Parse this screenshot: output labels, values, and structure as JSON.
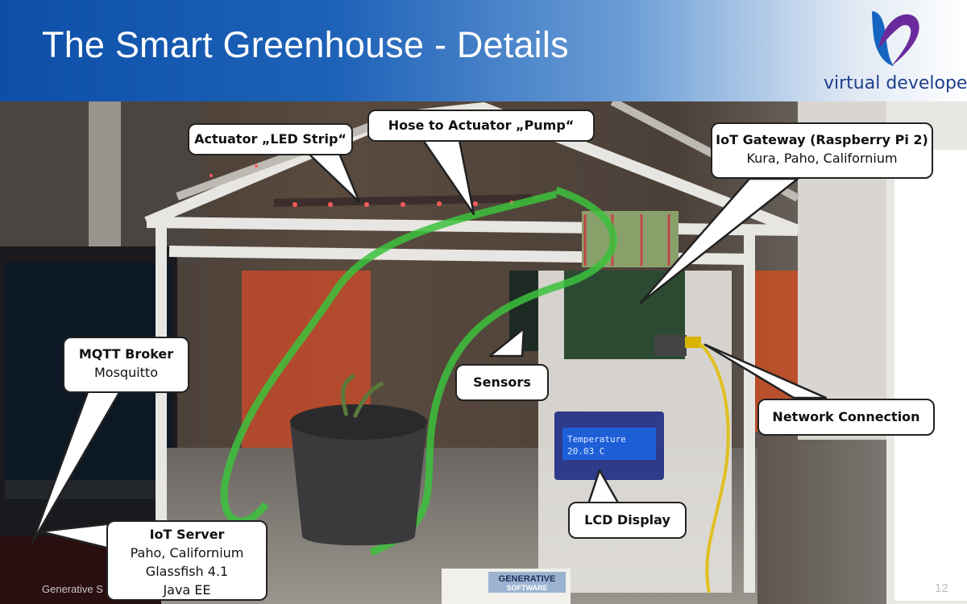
{
  "slide": {
    "title": "The Smart Greenhouse - Details",
    "logo_text": "virtual developer",
    "footer_left": "Generative S",
    "page_number": "12",
    "lcd_line1": "Temperature",
    "lcd_line2": "20.03 C",
    "card_brand_line1": "GENERATIVE",
    "card_brand_line2": "SOFTWARE",
    "colors": {
      "header_blue": "#0d4fa8",
      "logo_purple": "#6a2a9c",
      "logo_blue": "#1565c0",
      "lcd_blue": "#1e5fd8"
    }
  },
  "callouts": {
    "led_strip": {
      "title": "Actuator „LED Strip“"
    },
    "pump_hose": {
      "title": "Hose to Actuator „Pump“"
    },
    "iot_gateway": {
      "title": "IoT Gateway (Raspberry Pi 2)",
      "subtitle": "Kura, Paho, Californium"
    },
    "mqtt_broker": {
      "title": "MQTT Broker",
      "subtitle": "Mosquitto"
    },
    "sensors": {
      "title": "Sensors"
    },
    "network": {
      "title": "Network Connection"
    },
    "lcd": {
      "title": "LCD Display"
    },
    "iot_server": {
      "title": "IoT Server",
      "lines": [
        "Paho, Californium",
        "Glassfish 4.1",
        "Java EE"
      ]
    }
  }
}
